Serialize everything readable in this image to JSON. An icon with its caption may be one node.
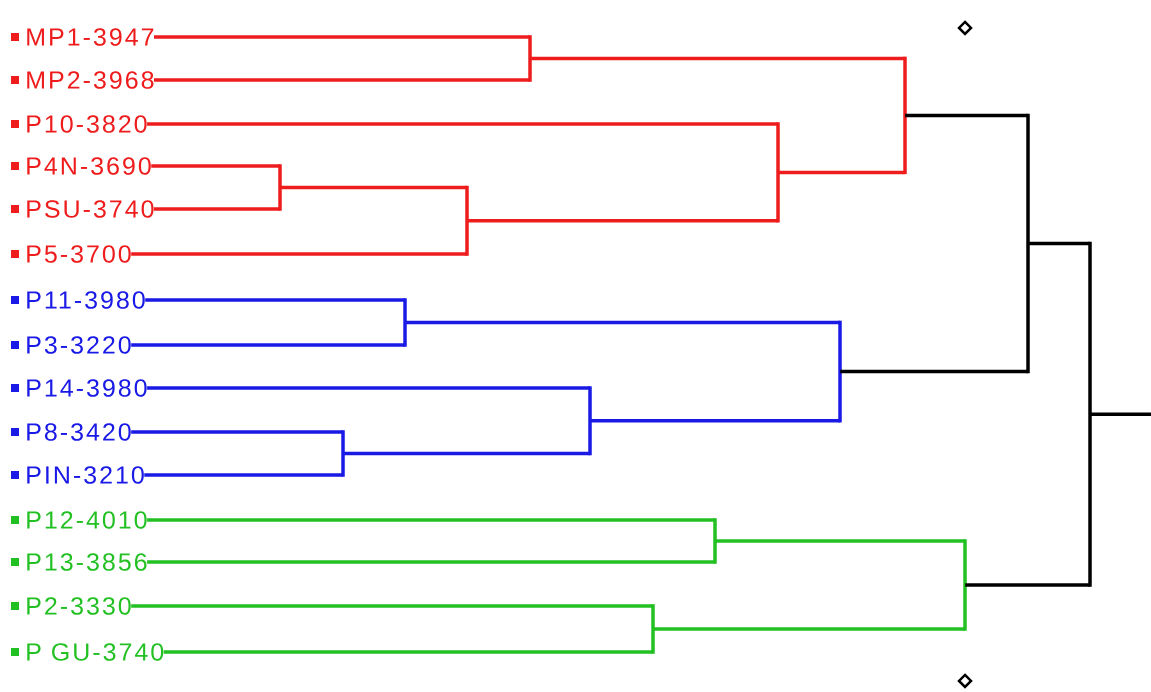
{
  "diagram": {
    "nodes": [
      {
        "text": [
          "MP1-3947"
        ]
      },
      {
        "text": [
          "MP2-3968"
        ]
      },
      {
        "text": [
          "P10-3820"
        ]
      },
      {
        "text": [
          "P4N-3690"
        ]
      },
      {
        "text": [
          "PSU-3740"
        ]
      },
      {
        "text": [
          "P5-3700"
        ]
      },
      {
        "text": [
          "P11-3980"
        ]
      },
      {
        "text": [
          "P3-3220"
        ]
      },
      {
        "text": [
          "P14-3980"
        ]
      },
      {
        "text": [
          "P8-3420"
        ]
      },
      {
        "text": [
          "PIN-3210"
        ]
      },
      {
        "text": [
          "P12-4010"
        ]
      },
      {
        "text": [
          "P13-3856"
        ]
      },
      {
        "text": [
          "P2-3330"
        ]
      },
      {
        "text": [
          "P GU-3740"
        ]
      },
      {
        "text": [],
        "shape": "bar"
      },
      {
        "text": [],
        "shape": "bar"
      },
      {
        "text": [],
        "shape": "bar"
      },
      {
        "text": [],
        "shape": "bar"
      },
      {
        "text": [],
        "shape": "bar"
      },
      {
        "text": [],
        "shape": "bar"
      },
      {
        "text": [],
        "shape": "bar"
      },
      {
        "text": [],
        "shape": "bar"
      },
      {
        "text": [],
        "shape": "bar"
      },
      {
        "text": [],
        "shape": "bar"
      },
      {
        "text": [],
        "shape": "bar"
      },
      {
        "text": [],
        "shape": "bar"
      },
      {
        "text": [],
        "shape": "bar"
      },
      {
        "text": [],
        "shape": "bar"
      }
    ],
    "edges": [
      {
        "from": 0,
        "to": 19,
        "arrow": "none",
        "color": "#ee1c1c"
      },
      {
        "from": 1,
        "to": 19,
        "arrow": "none",
        "color": "#ee1c1c"
      },
      {
        "from": 3,
        "to": 15,
        "arrow": "none",
        "color": "#ee1c1c"
      },
      {
        "from": 4,
        "to": 15,
        "arrow": "none",
        "color": "#ee1c1c"
      },
      {
        "from": 15,
        "to": 18,
        "arrow": "none",
        "color": "#ee1c1c"
      },
      {
        "from": 5,
        "to": 18,
        "arrow": "none",
        "color": "#ee1c1c"
      },
      {
        "from": 2,
        "to": 23,
        "arrow": "none",
        "color": "#ee1c1c"
      },
      {
        "from": 18,
        "to": 23,
        "arrow": "none",
        "color": "#ee1c1c"
      },
      {
        "from": 19,
        "to": 25,
        "arrow": "none",
        "color": "#ee1c1c"
      },
      {
        "from": 23,
        "to": 25,
        "arrow": "none",
        "color": "#ee1c1c"
      },
      {
        "from": 6,
        "to": 17,
        "arrow": "none",
        "color": "#1a1ae6"
      },
      {
        "from": 7,
        "to": 17,
        "arrow": "none",
        "color": "#1a1ae6"
      },
      {
        "from": 9,
        "to": 16,
        "arrow": "none",
        "color": "#1a1ae6"
      },
      {
        "from": 10,
        "to": 16,
        "arrow": "none",
        "color": "#1a1ae6"
      },
      {
        "from": 8,
        "to": 20,
        "arrow": "none",
        "color": "#1a1ae6"
      },
      {
        "from": 16,
        "to": 20,
        "arrow": "none",
        "color": "#1a1ae6"
      },
      {
        "from": 17,
        "to": 24,
        "arrow": "none",
        "color": "#1a1ae6"
      },
      {
        "from": 20,
        "to": 24,
        "arrow": "none",
        "color": "#1a1ae6"
      },
      {
        "from": 11,
        "to": 22,
        "arrow": "none",
        "color": "#22c022"
      },
      {
        "from": 12,
        "to": 22,
        "arrow": "none",
        "color": "#22c022"
      },
      {
        "from": 13,
        "to": 21,
        "arrow": "none",
        "color": "#22c022"
      },
      {
        "from": 14,
        "to": 21,
        "arrow": "none",
        "color": "#22c022"
      },
      {
        "from": 22,
        "to": 26,
        "arrow": "none",
        "color": "#22c022"
      },
      {
        "from": 21,
        "to": 26,
        "arrow": "none",
        "color": "#22c022"
      },
      {
        "from": 25,
        "to": 27,
        "arrow": "none",
        "color": "#000000"
      },
      {
        "from": 24,
        "to": 27,
        "arrow": "none",
        "color": "#000000"
      },
      {
        "from": 27,
        "to": 28,
        "arrow": "none",
        "color": "#000000"
      },
      {
        "from": 26,
        "to": 28,
        "arrow": "none",
        "color": "#000000"
      },
      {
        "from": 28,
        "to": null,
        "arrow": "none",
        "color": "#000000"
      }
    ]
  }
}
